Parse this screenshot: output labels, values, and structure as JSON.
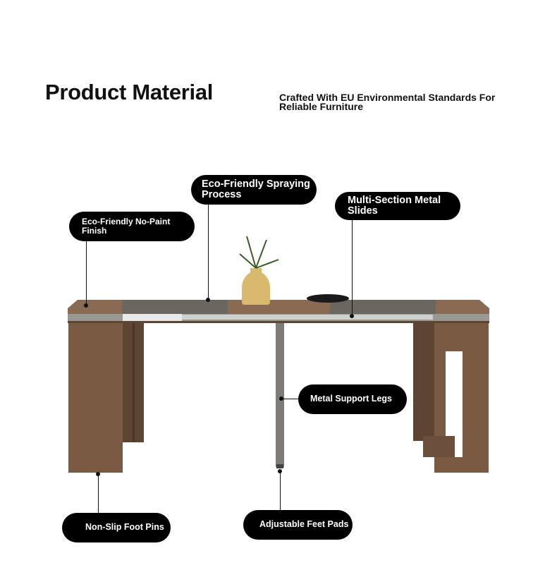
{
  "header": {
    "title": "Product Material",
    "subtitle": "Crafted With EU Environmental Standards For Reliable Furniture"
  },
  "callouts": {
    "no_paint": "Eco-Friendly No-Paint Finish",
    "spraying": "Eco-Friendly Spraying Process",
    "slides": "Multi-Section Metal Slides",
    "legs": "Metal Support Legs",
    "foot_pins": "Non-Slip Foot Pins",
    "feet_pads": "Adjustable Feet Pads"
  },
  "colors": {
    "wood": "#7a5a43",
    "gray": "#6b6660",
    "pill": "#000000"
  }
}
